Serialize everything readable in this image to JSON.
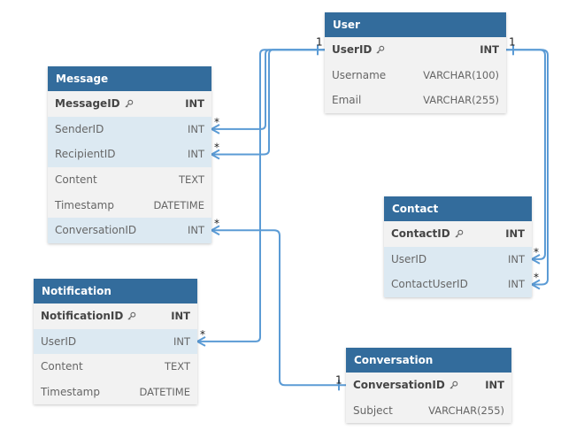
{
  "entities": {
    "user": {
      "title": "User",
      "columns": [
        {
          "name": "UserID",
          "type": "INT",
          "pk": true,
          "fk": false
        },
        {
          "name": "Username",
          "type": "VARCHAR(100)",
          "pk": false,
          "fk": false
        },
        {
          "name": "Email",
          "type": "VARCHAR(255)",
          "pk": false,
          "fk": false
        }
      ]
    },
    "message": {
      "title": "Message",
      "columns": [
        {
          "name": "MessageID",
          "type": "INT",
          "pk": true,
          "fk": false
        },
        {
          "name": "SenderID",
          "type": "INT",
          "pk": false,
          "fk": true
        },
        {
          "name": "RecipientID",
          "type": "INT",
          "pk": false,
          "fk": true
        },
        {
          "name": "Content",
          "type": "TEXT",
          "pk": false,
          "fk": false
        },
        {
          "name": "Timestamp",
          "type": "DATETIME",
          "pk": false,
          "fk": false
        },
        {
          "name": "ConversationID",
          "type": "INT",
          "pk": false,
          "fk": true
        }
      ]
    },
    "contact": {
      "title": "Contact",
      "columns": [
        {
          "name": "ContactID",
          "type": "INT",
          "pk": true,
          "fk": false
        },
        {
          "name": "UserID",
          "type": "INT",
          "pk": false,
          "fk": true
        },
        {
          "name": "ContactUserID",
          "type": "INT",
          "pk": false,
          "fk": true
        }
      ]
    },
    "notification": {
      "title": "Notification",
      "columns": [
        {
          "name": "NotificationID",
          "type": "INT",
          "pk": true,
          "fk": false
        },
        {
          "name": "UserID",
          "type": "INT",
          "pk": false,
          "fk": true
        },
        {
          "name": "Content",
          "type": "TEXT",
          "pk": false,
          "fk": false
        },
        {
          "name": "Timestamp",
          "type": "DATETIME",
          "pk": false,
          "fk": false
        }
      ]
    },
    "conversation": {
      "title": "Conversation",
      "columns": [
        {
          "name": "ConversationID",
          "type": "INT",
          "pk": true,
          "fk": false
        },
        {
          "name": "Subject",
          "type": "VARCHAR(255)",
          "pk": false,
          "fk": false
        }
      ]
    }
  },
  "relationships": [
    {
      "from": "message.SenderID",
      "to": "user.UserID",
      "from_card": "*",
      "to_card": "1"
    },
    {
      "from": "message.RecipientID",
      "to": "user.UserID",
      "from_card": "*",
      "to_card": "1"
    },
    {
      "from": "notification.UserID",
      "to": "user.UserID",
      "from_card": "*",
      "to_card": "1"
    },
    {
      "from": "contact.UserID",
      "to": "user.UserID",
      "from_card": "*",
      "to_card": "1"
    },
    {
      "from": "contact.ContactUserID",
      "to": "user.UserID",
      "from_card": "*",
      "to_card": "1"
    },
    {
      "from": "message.ConversationID",
      "to": "conversation.ConversationID",
      "from_card": "*",
      "to_card": "1"
    }
  ],
  "colors": {
    "header": "#336c9c",
    "connector": "#5b9bd5",
    "fk_row": "#dce9f2",
    "body": "#f2f2f2"
  }
}
